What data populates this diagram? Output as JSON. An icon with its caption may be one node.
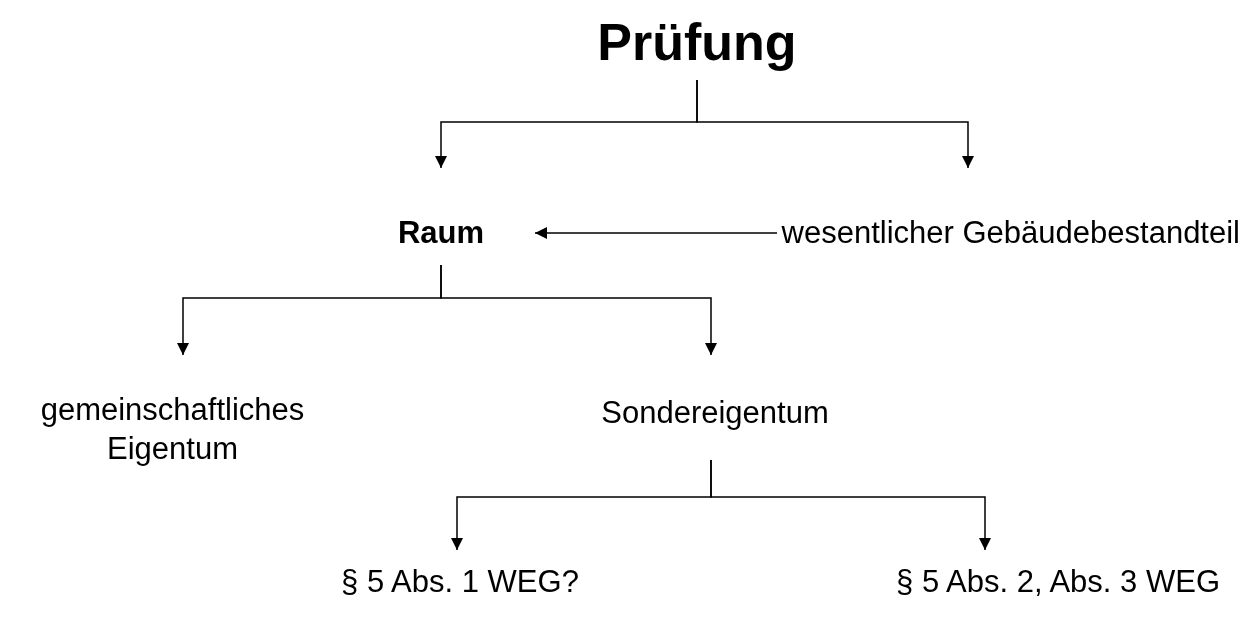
{
  "diagram": {
    "nodes": [
      {
        "text": [
          "Prüfung"
        ]
      },
      {
        "text": [
          "Raum"
        ]
      },
      {
        "text": [
          "wesentlicher Gebäudebestandteil"
        ]
      },
      {
        "text": [
          "gemeinschaftliches Eigentum"
        ]
      },
      {
        "text": [
          "Sondereigentum"
        ]
      },
      {
        "text": [
          "§ 5 Abs. 1 WEG?"
        ]
      },
      {
        "text": [
          "§ 5 Abs. 2, Abs. 3 WEG"
        ]
      }
    ],
    "edges": [
      {
        "from": 0,
        "to": 1,
        "arrow": "to"
      },
      {
        "from": 0,
        "to": 2,
        "arrow": "to"
      },
      {
        "from": 2,
        "to": 1,
        "arrow": "to"
      },
      {
        "from": 1,
        "to": 3,
        "arrow": "to"
      },
      {
        "from": 1,
        "to": 4,
        "arrow": "to"
      },
      {
        "from": 4,
        "to": 5,
        "arrow": "to"
      },
      {
        "from": 4,
        "to": 6,
        "arrow": "to"
      }
    ]
  }
}
